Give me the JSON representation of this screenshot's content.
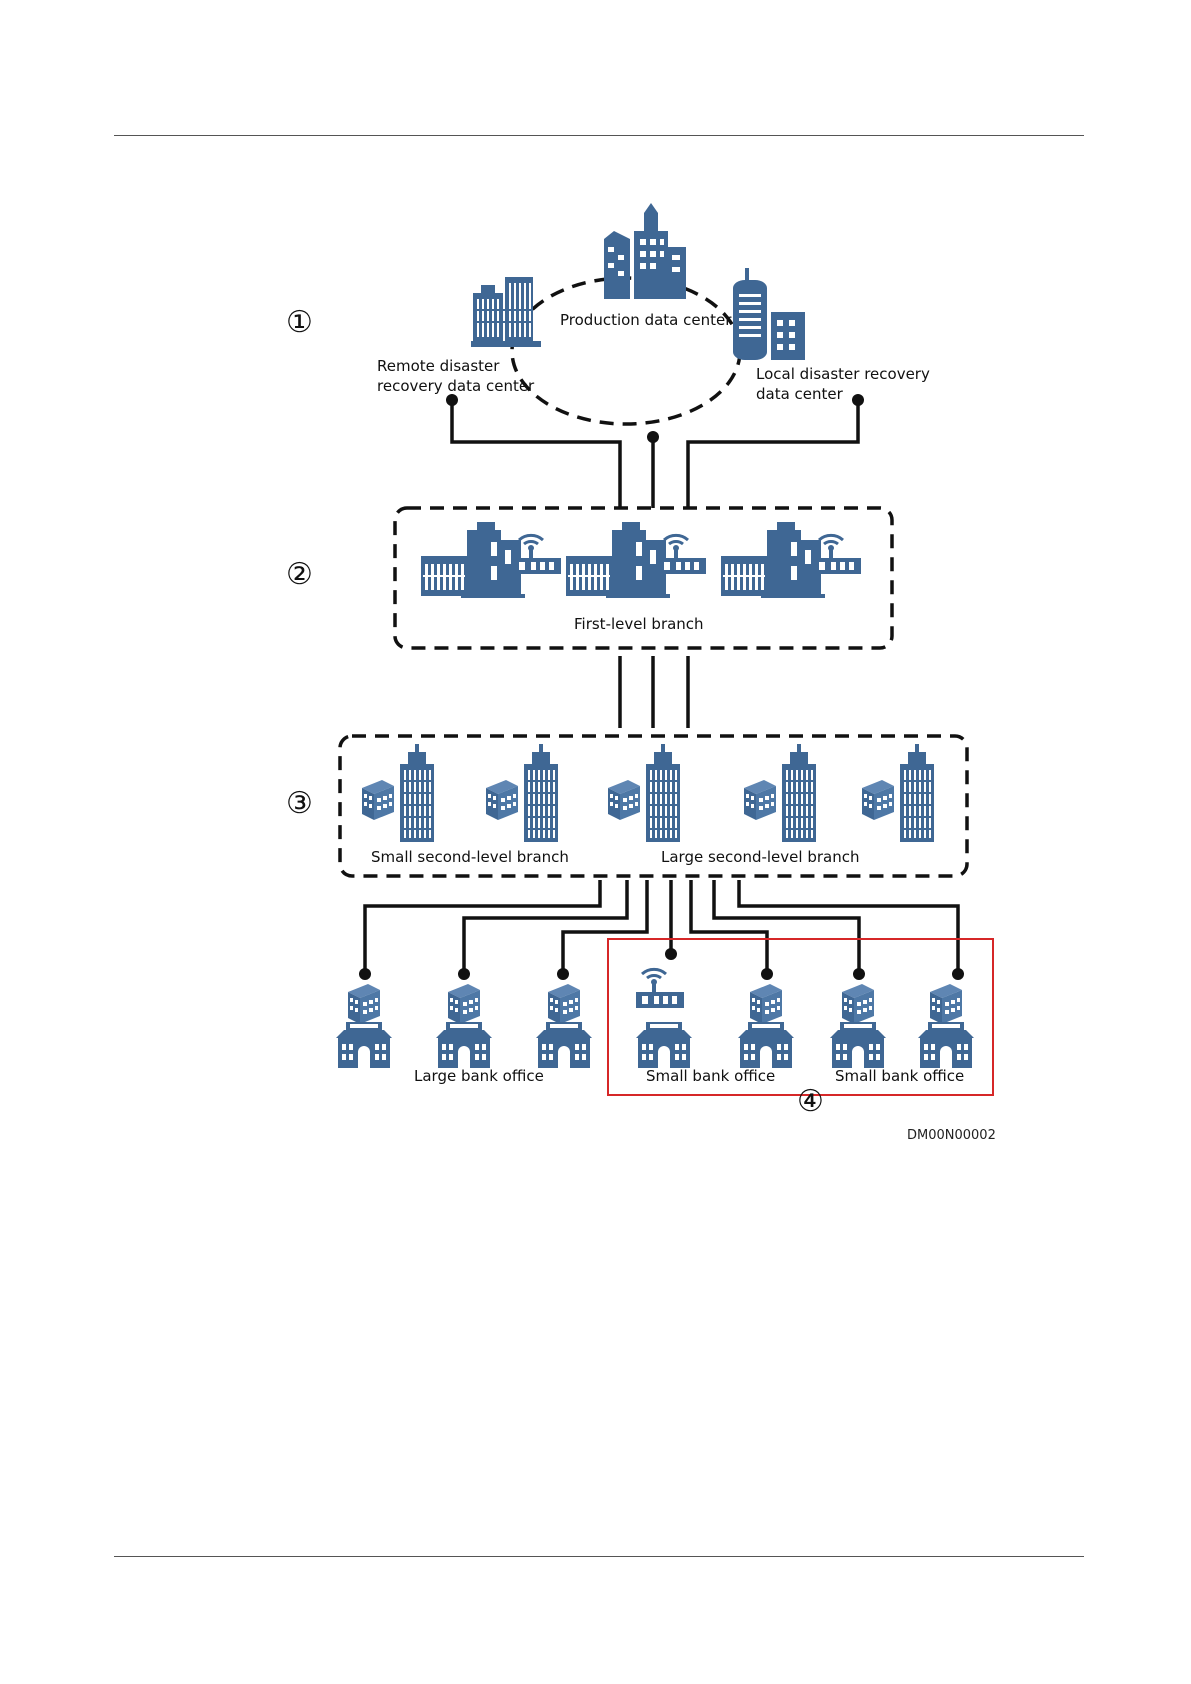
{
  "tiers": {
    "t1": "①",
    "t2": "②",
    "t3": "③",
    "t4": "④"
  },
  "labels": {
    "production": "Production data center",
    "remote_line1": "Remote disaster",
    "remote_line2": "recovery data center",
    "local_line1": "Local disaster recovery",
    "local_line2": "data center",
    "first_level": "First-level branch",
    "small_second": "Small second-level branch",
    "large_second": "Large second-level branch",
    "large_bank": "Large bank office",
    "small_bank_1": "Small bank office",
    "small_bank_2": "Small bank office"
  },
  "figure_code": "DM00N00002",
  "colors": {
    "icon": "#3f6794",
    "line": "#111111",
    "highlight": "#d62728"
  }
}
